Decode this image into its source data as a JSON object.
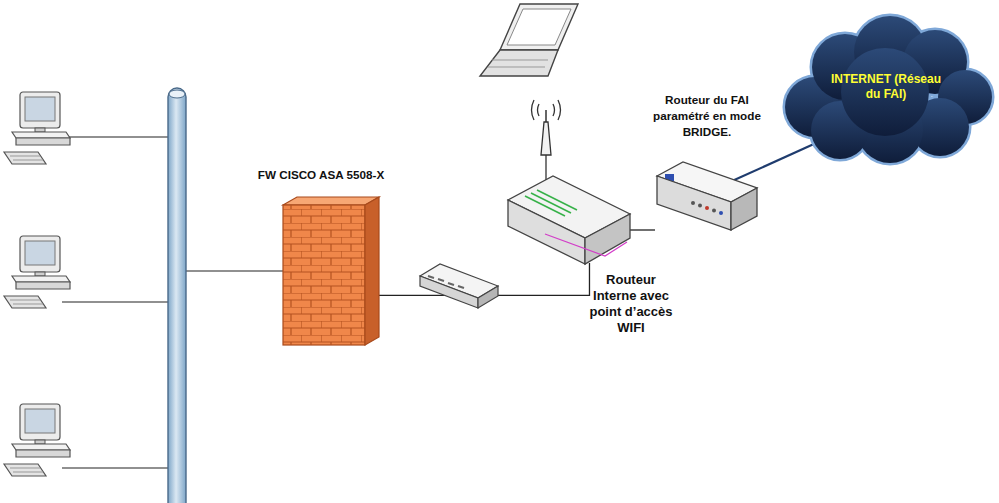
{
  "diagram": {
    "nodes": [
      {
        "text": [
          "FW CISCO ASA 5508-X"
        ]
      },
      {
        "text": [
          "Routeur Interne avec point d’accès WIFI"
        ]
      },
      {
        "text": [
          "Routeur du FAI paramétré en mode BRIDGE."
        ]
      },
      {
        "text": [
          "INTERNET (Réseau du FAI)"
        ]
      }
    ],
    "edges": [
      {
        "from": 0,
        "to": 1,
        "arrow": "none"
      },
      {
        "from": 1,
        "to": 2,
        "arrow": "none"
      },
      {
        "from": 2,
        "to": 3,
        "arrow": "none"
      }
    ]
  }
}
